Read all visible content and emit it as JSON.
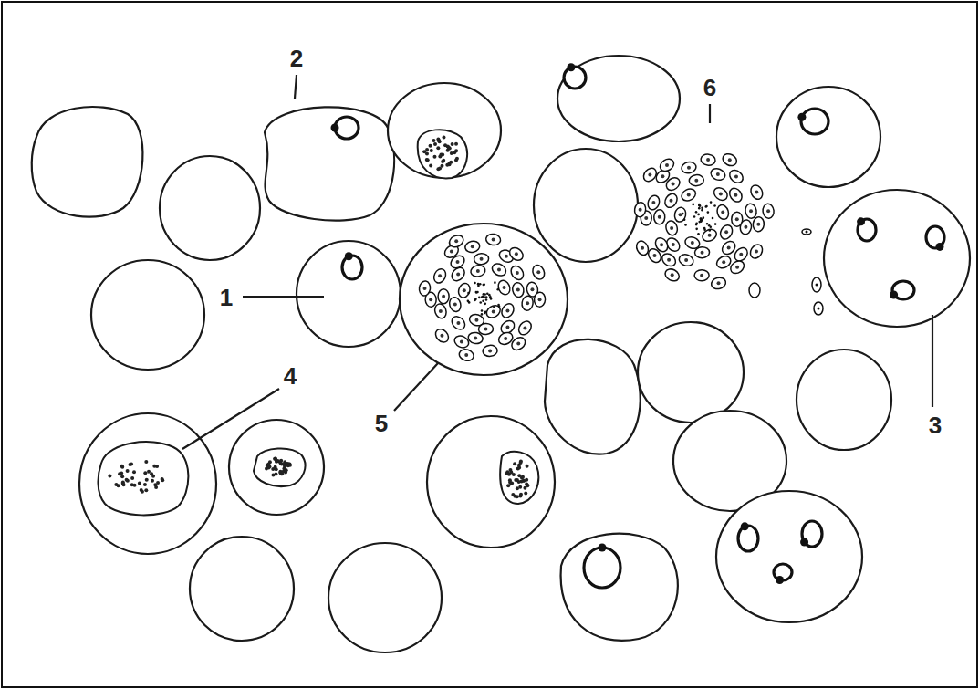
{
  "diagram": {
    "labels": [
      "2",
      "6",
      "1",
      "4",
      "5",
      "3"
    ]
  }
}
